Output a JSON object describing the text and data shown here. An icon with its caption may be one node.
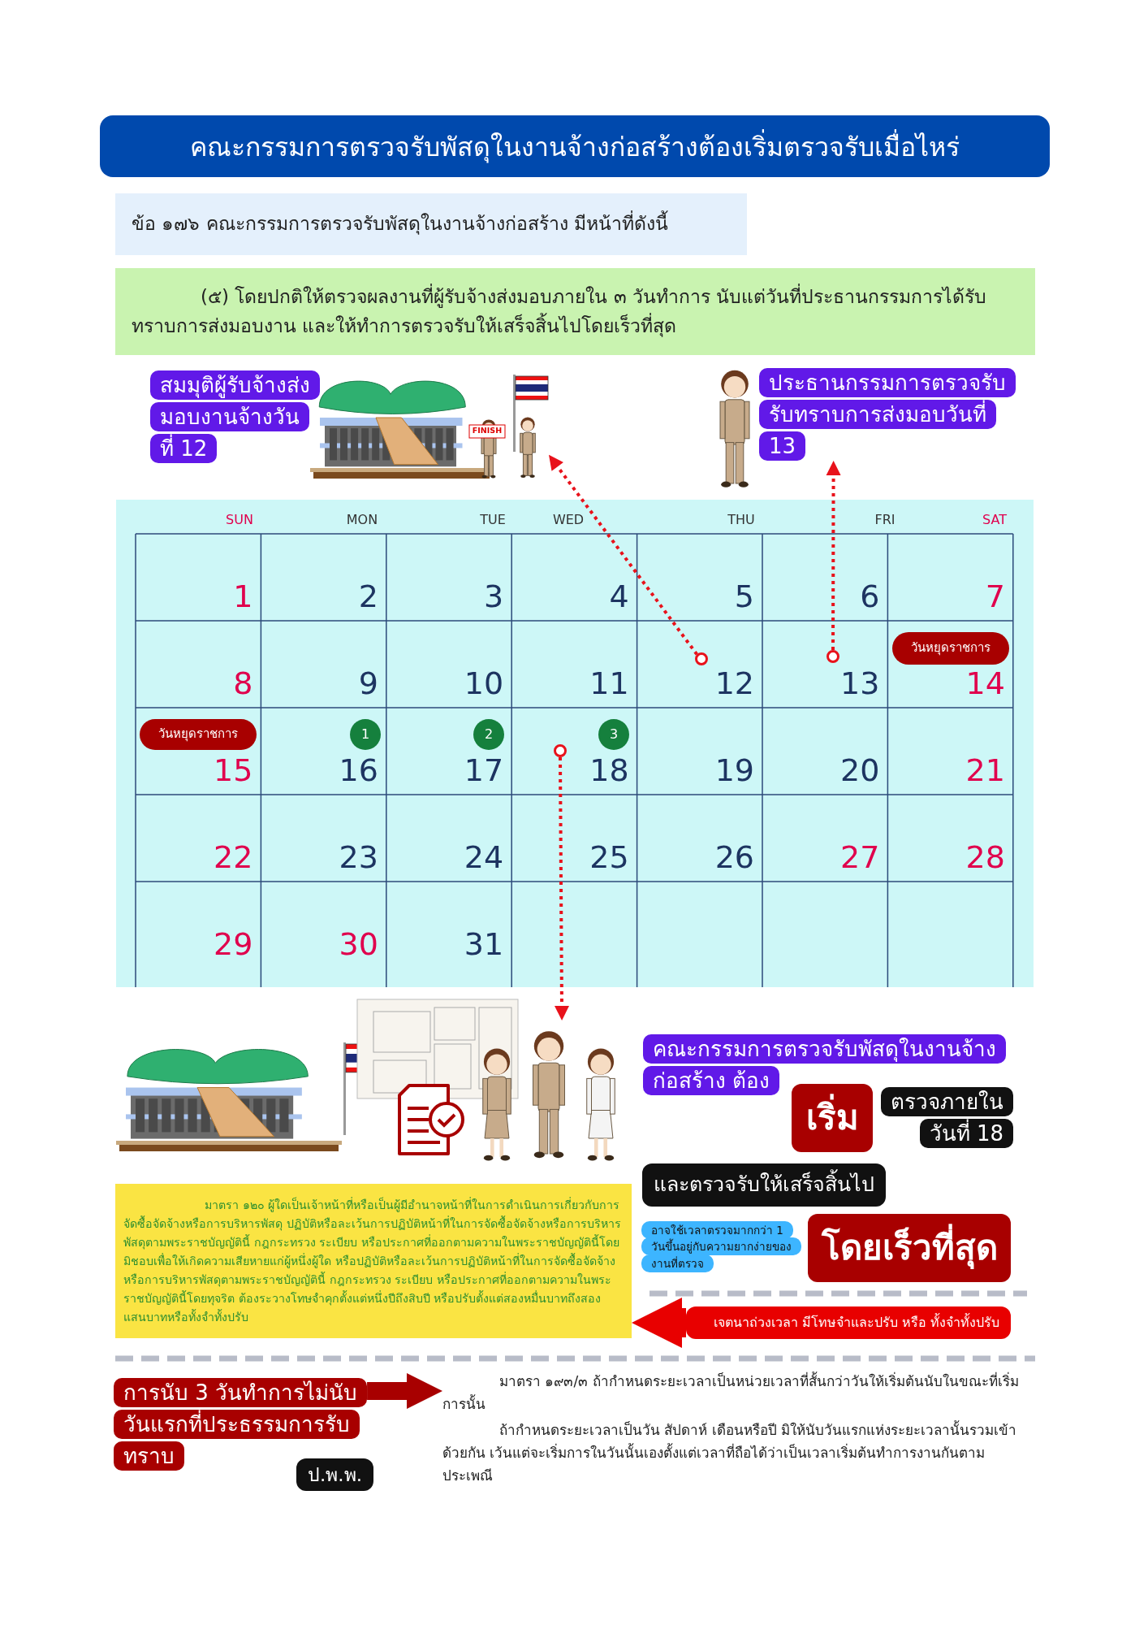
{
  "diagram": {
    "title": "คณะกรรมการตรวจรับพัสดุในงานจ้างก่อสร้างต้องเริ่มตรวจรับเมื่อไหร่",
    "nodes": [
      {
        "text": [
          "ข้อ ๑๗๖ คณะกรรมการตรวจรับพัสดุในงานจ้างก่อสร้าง มีหน้าที่ดังนี้"
        ]
      },
      {
        "text": [
          "(๕) โดยปกติให้ตรวจผลงานที่ผู้รับจ้างส่งมอบภายใน ๓ วันทำการ นับแต่วันที่ประธานกรรมการได้รับทราบการส่งมอบงาน และให้ทำการตรวจรับให้เสร็จสิ้นไปโดยเร็วที่สุด"
        ]
      },
      {
        "text": [
          "สมมุติผู้รับจ้างส่งมอบงานจ้างวันที่ 12"
        ]
      },
      {
        "text": [],
        "shape": "picture"
      },
      {
        "text": [],
        "shape": "picture"
      },
      {
        "text": [
          "ประธานกรรมการตรวจรับรับทราบการส่งมอบวันที่ 13"
        ]
      },
      {
        "text": [],
        "shape": "box"
      },
      {
        "text": [],
        "shape": "circle",
        "in": 6
      },
      {
        "text": [],
        "shape": "circle",
        "in": 6
      },
      {
        "text": [
          "วันหยุดราชการ"
        ],
        "in": 6
      },
      {
        "text": [
          "วันหยุดราชการ"
        ],
        "in": 6
      },
      {
        "text": [
          "1"
        ],
        "in": 6
      },
      {
        "text": [
          "2"
        ],
        "in": 6
      },
      {
        "text": [
          "3"
        ],
        "in": 6
      },
      {
        "text": [],
        "shape": "circle",
        "in": 6
      },
      {
        "text": [],
        "shape": "picture"
      },
      {
        "text": [
          "คณะกรรมการตรวจรับพัสดุในงานจ้างก่อสร้าง ต้อง"
        ]
      },
      {
        "text": [
          "เริ่ม"
        ]
      },
      {
        "text": [
          "ตรวจภายในวันที่ 18"
        ]
      },
      {
        "text": [
          "และตรวจรับให้เสร็จสิ้นไป"
        ]
      },
      {
        "text": [
          "มาตรา ๑๒๐ ผู้ใดเป็นเจ้าหน้าที่หรือเป็นผู้มีอำนาจหน้าที่ในการดำเนินการเกี่ยวกับการจัดซื้อจัดจ้างหรือการบริหารพัสดุ ปฏิบัติหรือละเว้นการปฏิบัติหน้าที่ในการจัดซื้อจัดจ้างหรือการบริหารพัสดุตามพระราชบัญญัตินี้ กฎกระทรวง ระเบียบ หรือประกาศที่ออกตามความในพระราชบัญญัตินี้โดยมิชอบเพื่อให้เกิดความเสียหายแก่ผู้หนึ่งผู้ใด หรือปฏิบัติหรือละเว้นการปฏิบัติหน้าที่ในการจัดซื้อจัดจ้างหรือการบริหารพัสดุตามพระราชบัญญัตินี้ กฎกระทรวง ระเบียบ หรือประกาศที่ออกตามความในพระราชบัญญัตินี้โดยทุจริต ต้องระวางโทษจำคุกตั้งแต่หนึ่งปีถึงสิบปี หรือปรับตั้งแต่สองหมื่นบาทถึงสองแสนบาทหรือทั้งจำทั้งปรับ"
        ]
      },
      {
        "text": [
          "อาจใช้เวลาตรวจมากกว่า 1 วันขึ้นอยู่กับความยากง่ายของงานที่ตรวจ"
        ]
      },
      {
        "text": [
          "โดยเร็วที่สุด"
        ]
      },
      {
        "text": [
          "เจตนาถ่วงเวลา มีโทษจำและปรับ หรือ ทั้งจำทั้งปรับ"
        ]
      },
      {
        "text": [
          "การนับ 3 วันทำการไม่นับวันแรกที่ประธรรมการรับทราบ"
        ]
      },
      {
        "text": [
          "มาตรา ๑๙๓/๓ ถ้ากำหนดระยะเวลาเป็นหน่วยเวลาที่สั้นกว่าวันให้เริ่มต้นนับในขณะที่เริ่มการนั้น",
          "ถ้ากำหนดระยะเวลาเป็นวัน สัปดาห์ เดือนหรือปี มิให้นับวันแรกแห่งระยะเวลานั้นรวมเข้าด้วยกัน เว้นแต่จะเริ่มการในวันนั้นเองตั้งแต่เวลาที่ถือได้ว่าเป็นเวลาเริ่มต้นทำการงานกันตามประเพณี"
        ]
      },
      {
        "text": [
          "ป.พ.พ."
        ]
      }
    ],
    "edges": [
      {
        "from": 7,
        "to": 3,
        "arrow": "to",
        "style": "dashed"
      },
      {
        "from": 8,
        "to": 5,
        "arrow": "to",
        "style": "dashed"
      },
      {
        "from": 14,
        "to": 15,
        "arrow": "to",
        "style": "dashed"
      },
      {
        "from": 24,
        "to": 25,
        "arrow": "to",
        "style": "thick",
        "color": "#a80000"
      },
      {
        "from": 23,
        "to": 20,
        "arrow": "to",
        "style": "thick",
        "color": "#e80000"
      }
    ],
    "labels": [
      "FINISH",
      "SUN",
      "MON",
      "TUE",
      "WED",
      "THU",
      "FRI",
      "SAT",
      "1",
      "2",
      "3",
      "4",
      "5",
      "6",
      "7",
      "8",
      "9",
      "10",
      "11",
      "12",
      "13",
      "14",
      "15",
      "16",
      "17",
      "18",
      "19",
      "20",
      "21",
      "22",
      "23",
      "24",
      "25",
      "26",
      "27",
      "28",
      "29",
      "30",
      "31"
    ]
  }
}
